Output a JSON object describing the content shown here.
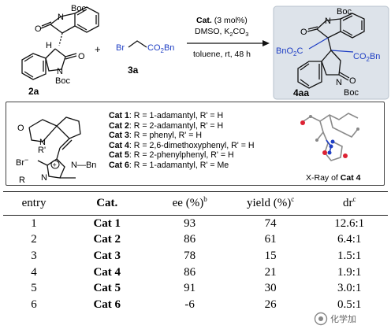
{
  "scheme": {
    "reactant1_label": "2a",
    "reactant2_label": "3a",
    "product_label": "4aa",
    "boc": "Boc",
    "O": "O",
    "N": "N",
    "H": "H",
    "Br": "Br",
    "co2bn": "CO2Bn",
    "bno2c": "BnO2C",
    "plus": "+",
    "cond_cat": "Cat.",
    "cond_cat_load": " (3 mol%)",
    "cond_line2": "DMSO, K2CO3",
    "cond_line3": "toluene, rt, 48 h"
  },
  "catalyst_box": {
    "structure_labels": {
      "O": "O",
      "N": "N",
      "R_prime": "R'",
      "Br_minus": "Br",
      "minus": "−",
      "R": "R",
      "N_Bn": "N—Bn",
      "plus": "+"
    },
    "catalysts": [
      {
        "name": "Cat 1",
        "def": ": R = 1-adamantyl, R' = H"
      },
      {
        "name": "Cat 2",
        "def": ": R = 2-adamantyl, R' = H"
      },
      {
        "name": "Cat 3",
        "def": ": R = phenyl, R' = H"
      },
      {
        "name": "Cat 4",
        "def": ": R = 2,6-dimethoxyphenyl, R' = H"
      },
      {
        "name": "Cat 5",
        "def": ": R = 2-phenylphenyl, R' = H"
      },
      {
        "name": "Cat 6",
        "def": ": R = 1-adamantyl, R' = Me"
      }
    ],
    "xray_caption_prefix": "X-Ray of ",
    "xray_caption_cat": "Cat 4"
  },
  "table": {
    "headers": {
      "entry": "entry",
      "cat": "Cat.",
      "ee": "ee (%)",
      "ee_sup": "b",
      "yield": "yield (%)",
      "yield_sup": "c",
      "dr": "dr",
      "dr_sup": "c"
    },
    "rows": [
      {
        "entry": "1",
        "cat": "Cat 1",
        "ee": "93",
        "yield": "74",
        "dr": "12.6:1"
      },
      {
        "entry": "2",
        "cat": "Cat 2",
        "ee": "86",
        "yield": "61",
        "dr": "6.4:1"
      },
      {
        "entry": "3",
        "cat": "Cat 3",
        "ee": "78",
        "yield": "15",
        "dr": "1.5:1"
      },
      {
        "entry": "4",
        "cat": "Cat 4",
        "ee": "86",
        "yield": "21",
        "dr": "1.9:1"
      },
      {
        "entry": "5",
        "cat": "Cat 5",
        "ee": "91",
        "yield": "30",
        "dr": "3.0:1"
      },
      {
        "entry": "6",
        "cat": "Cat 6",
        "ee": "-6",
        "yield": "26",
        "dr": "0.5:1"
      }
    ]
  },
  "watermark": {
    "text": "化学加"
  },
  "colors": {
    "blue": "#1f3fc4",
    "product_bg": "#dde3ea",
    "bond": "#111111"
  }
}
